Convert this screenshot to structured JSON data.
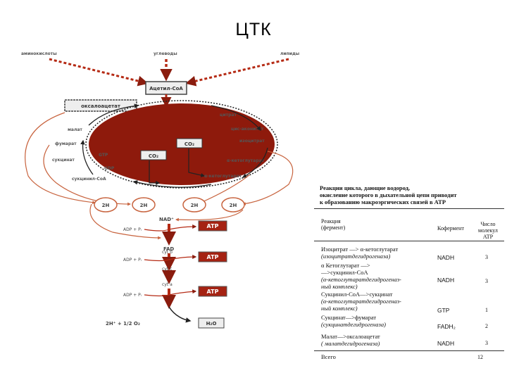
{
  "title": "ЦТК",
  "diagram": {
    "inputs": [
      "аминокислоты",
      "углеводы",
      "липиды"
    ],
    "acetyl_box": "Ацетил-CoA",
    "oxaloacetate_box": "оксалоацетат",
    "center_boxes": [
      "CO₂",
      "CO₂"
    ],
    "right_metabolites": [
      "цитрат",
      "цис-аконитат",
      "изоцитрат",
      "α-кетоглутарат",
      "α-кетоглутарат"
    ],
    "left_metabolites": [
      "малат",
      "фумарат",
      "сукцинат",
      "сукцинил-CoA"
    ],
    "gtp": "GTP",
    "gdp": "GDP",
    "h_circles": [
      "2H",
      "2H",
      "2H",
      "2H"
    ],
    "chain": {
      "nad": "NAD⁺",
      "fad": "FAD",
      "cytb": "cyt b",
      "cytc": "cyt c",
      "cyta": "cyt a",
      "adp": [
        "ADP + Pᵢ",
        "ADP + Pᵢ",
        "ADP + Pᵢ"
      ],
      "atp": [
        "ATP",
        "ATP",
        "ATP"
      ],
      "water_eq": "2H⁺ + 1/2 O₂",
      "water": "H₂O"
    }
  },
  "table": {
    "heading": [
      "Реакции цикла, дающие водород,",
      "окисление которого в дыхательной цепи приводит",
      "к образованию макроэргических связей в ATP"
    ],
    "col_reaction": [
      "Реакция",
      "(фермент)"
    ],
    "col_coenzyme": "Кофермент",
    "col_atp": [
      "Число",
      "молекул",
      "ATP"
    ],
    "rows": [
      {
        "lines": [
          "Изоцитрат —> α-кетоглутарат",
          "(изоцитратдегидрогеназа)"
        ],
        "coenzyme": "NADH",
        "atp": "3"
      },
      {
        "lines": [
          "α Кетоглутарат —>",
          "—>сукцинил-CoA",
          "(α-кетоглутаратдегидрогеназ-",
          "ный комплекс)"
        ],
        "coenzyme": "NADH",
        "atp": "3"
      },
      {
        "lines": [
          "Сукцинил-CoA—>сукцинат",
          "(α-кетоглутаратдегидрогеназ-",
          "ный комплекс)"
        ],
        "coenzyme": "GTP",
        "atp": "1"
      },
      {
        "lines": [
          "Сукцинат—>фумарат",
          "(сукцинатдегидрогеназа)"
        ],
        "coenzyme": "FADH₂",
        "atp": "2"
      },
      {
        "lines": [
          "Малат—>оксалоацетат",
          "( малатдегидрогеназа)"
        ],
        "coenzyme": "NADH",
        "atp": "3"
      }
    ],
    "total_label": "Всего",
    "total_value": "12"
  }
}
